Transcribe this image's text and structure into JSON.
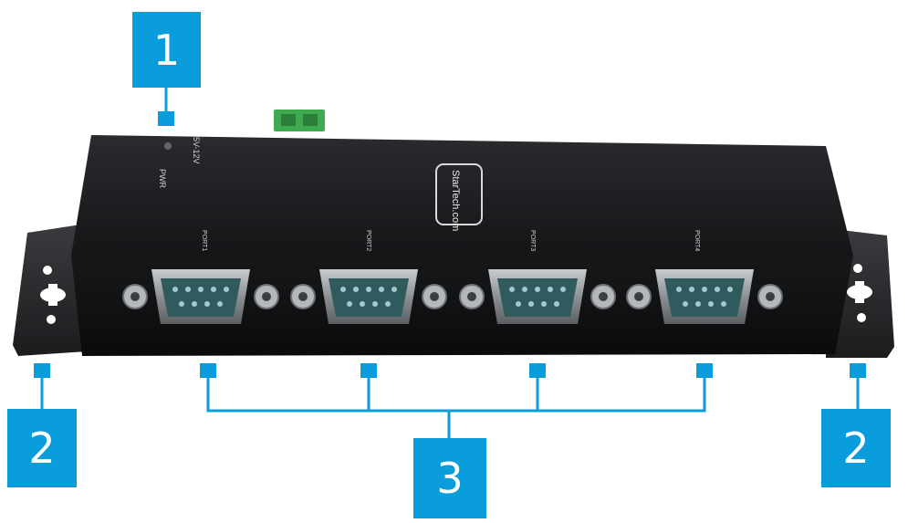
{
  "device": {
    "brand_logo": "StarTech.com",
    "accent_color": "#0a9ddb",
    "body_color": "#1b1c1e",
    "connector_color": "#2f5b5f",
    "panel_labels": [
      "PWR",
      "5V-12V",
      "PORT1",
      "PORT2",
      "PORT3",
      "PORT4"
    ]
  },
  "callouts": [
    {
      "id": "1",
      "text": "1"
    },
    {
      "id": "2-left",
      "text": "2"
    },
    {
      "id": "2-right",
      "text": "2"
    },
    {
      "id": "3",
      "text": "3"
    }
  ]
}
